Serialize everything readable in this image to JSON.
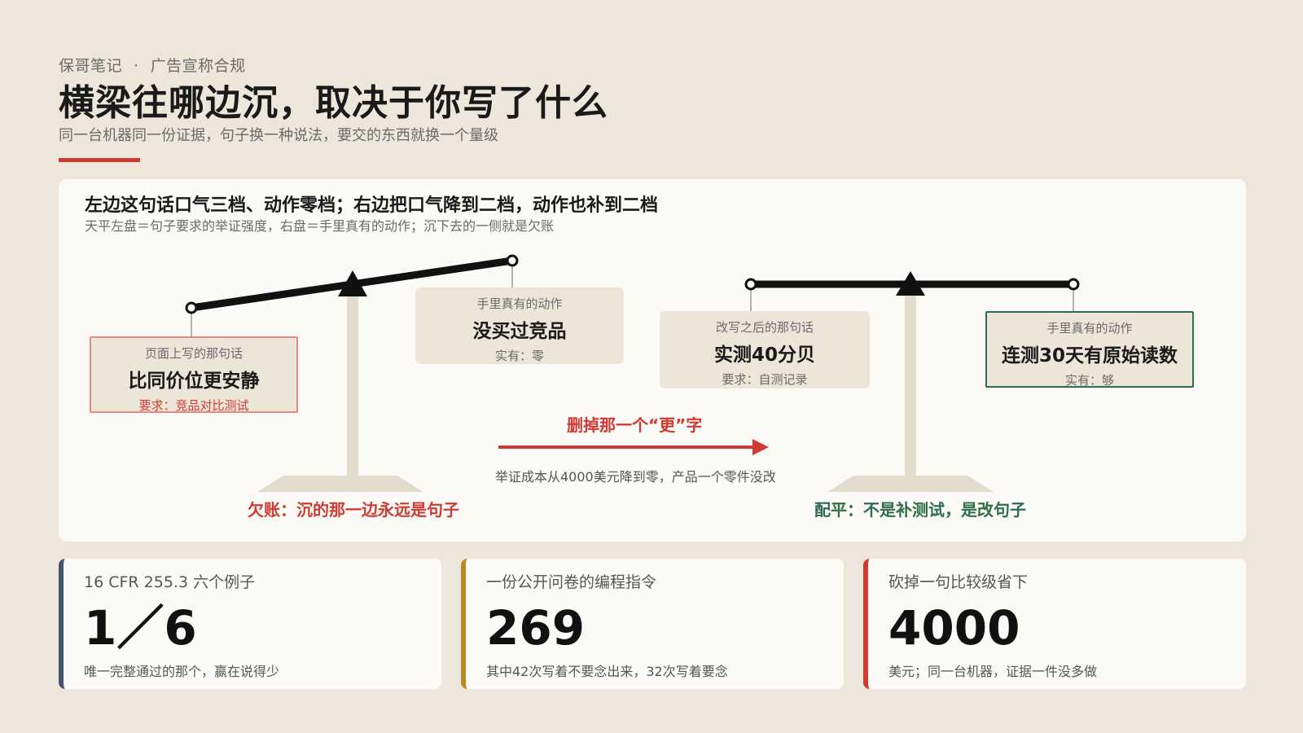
{
  "header": {
    "kicker_left": "保哥笔记",
    "kicker_sep": "·",
    "kicker_right": "广告宣称合规",
    "title": "横梁往哪边沉，取决于你写了什么",
    "subtitle": "同一台机器同一份证据，句子换一种说法，要交的东西就换一个量级"
  },
  "panel": {
    "title": "左边这句话口气三档、动作零档；右边把口气降到二档，动作也补到二档",
    "subtitle": "天平左盘＝句子要求的举证强度，右盘＝手里真有的动作；沉下去的一侧就是欠账",
    "left_scale": {
      "claim": {
        "label": "页面上写的那句话",
        "main": "比同价位更安静",
        "req": "要求：竞品对比测试"
      },
      "action": {
        "label": "手里真有的动作",
        "main": "没买过竞品",
        "req": "实有：零"
      },
      "caption": "欠账：沉的那一边永远是句子"
    },
    "middle": {
      "delete_label": "删掉那一个“更”字",
      "cost_note": "举证成本从4000美元降到零，产品一个零件没改"
    },
    "right_scale": {
      "claim": {
        "label": "改写之后的那句话",
        "main": "实测40分贝",
        "req": "要求：自测记录"
      },
      "action": {
        "label": "手里真有的动作",
        "main": "连测30天有原始读数",
        "req": "实有：够"
      },
      "caption": "配平：不是补测试，是改句子"
    },
    "colors": {
      "debt": "#cf3b32",
      "balanced": "#2f6e4a",
      "beam": "#111111",
      "stand": "#e2dccd"
    }
  },
  "stats": [
    {
      "label": "16 CFR 255.3 六个例子",
      "value": "1／6",
      "note": "唯一完整通过的那个，赢在说得少",
      "accent": "#44536b"
    },
    {
      "label": "一份公开问卷的编程指令",
      "value": "269",
      "note": "其中42次写着不要念出来，32次写着要念",
      "accent": "#b88a22"
    },
    {
      "label": "砍掉一句比较级省下",
      "value": "4000",
      "note": "美元；同一台机器，证据一件没多做",
      "accent": "#cf3b32"
    }
  ]
}
